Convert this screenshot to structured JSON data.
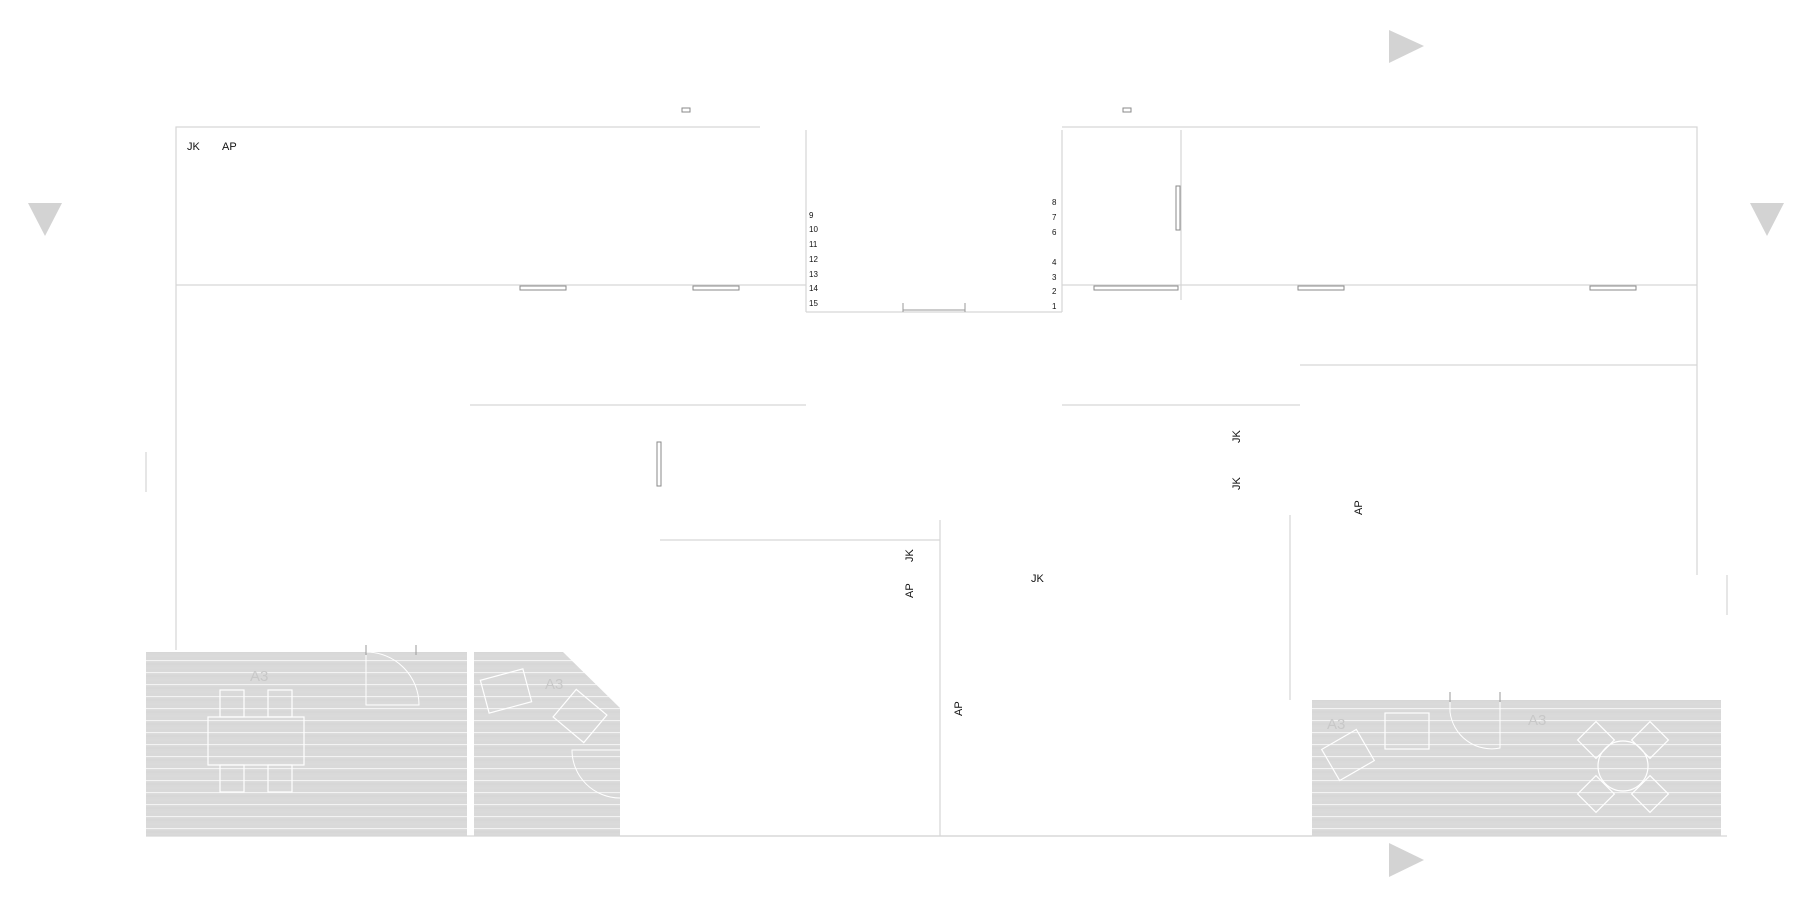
{
  "plan": {
    "room_tags": {
      "corner_left": "JK",
      "corner_right": "AP",
      "center_vertical_1": "JK",
      "center_vertical_2": "AP",
      "center_horizontal": "JK",
      "lower_vertical": "AP",
      "right_vertical_1": "JK",
      "right_vertical_2": "JK",
      "right_vertical_3": "AP"
    },
    "stair_left_numbers": [
      "9",
      "10",
      "11",
      "12",
      "13",
      "14",
      "15"
    ],
    "stair_right_numbers": [
      "8",
      "7",
      "6",
      "4",
      "3",
      "2",
      "1"
    ],
    "terrace_labels": [
      "A3",
      "A3",
      "A3",
      "A3"
    ],
    "arrow_icons": [
      "triangle-right-icon",
      "triangle-down-icon",
      "triangle-down-icon",
      "triangle-right-icon"
    ],
    "colors": {
      "deck": "#d9d9d9",
      "deck_line": "#f2f2f2",
      "marker": "#d3d3d3",
      "text": "#111111"
    }
  }
}
